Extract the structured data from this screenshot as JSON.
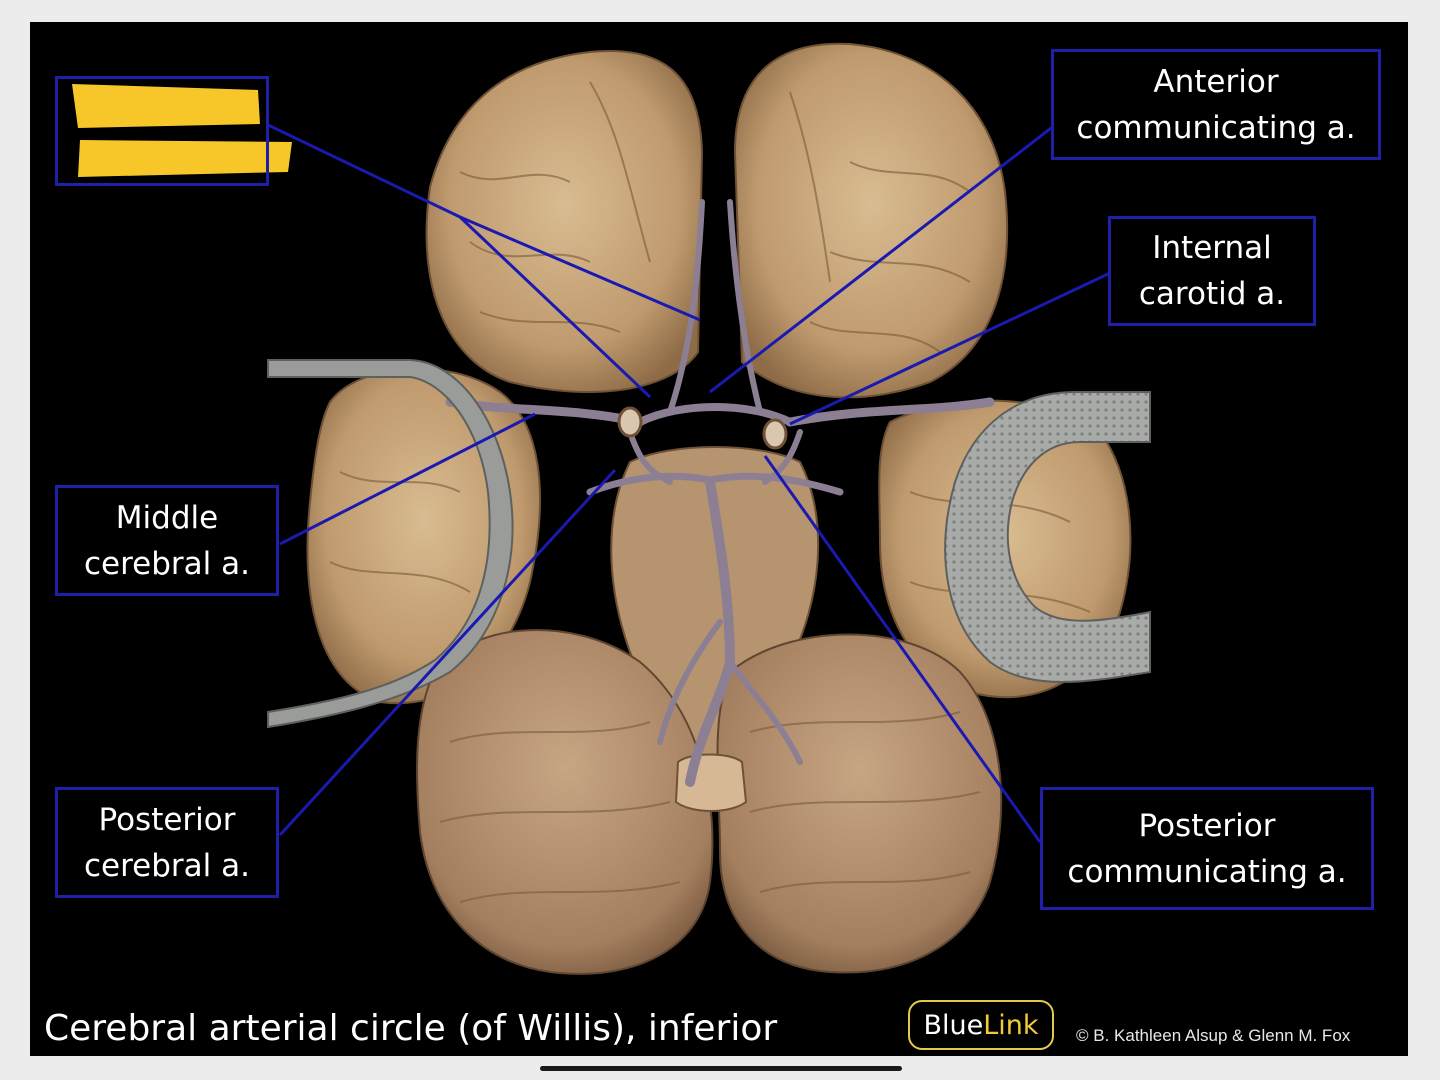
{
  "slide": {
    "caption": "Cerebral arterial circle (of Willis), inferior",
    "logo_part1": "Blue",
    "logo_part2": "Link",
    "copyright": "© B. Kathleen Alsup & Glenn M. Fox"
  },
  "labels": {
    "anterior_communicating": {
      "line1": "Anterior",
      "line2": "communicating a."
    },
    "internal_carotid": {
      "line1": "Internal",
      "line2": "carotid a."
    },
    "middle_cerebral": {
      "line1": "Middle",
      "line2": "cerebral a."
    },
    "posterior_cerebral": {
      "line1": "Posterior",
      "line2": "cerebral a."
    },
    "posterior_communicating": {
      "line1": "Posterior",
      "line2": "communicating a."
    }
  },
  "colors": {
    "label_border": "#1f1fa8",
    "leader_line": "#1a1ab0",
    "highlight": "#f7c72a",
    "logo_accent": "#f0c93a",
    "brain_tissue": "#c9a77c",
    "vessels": "#8d7f93",
    "retractor": "#9a9c9a"
  }
}
